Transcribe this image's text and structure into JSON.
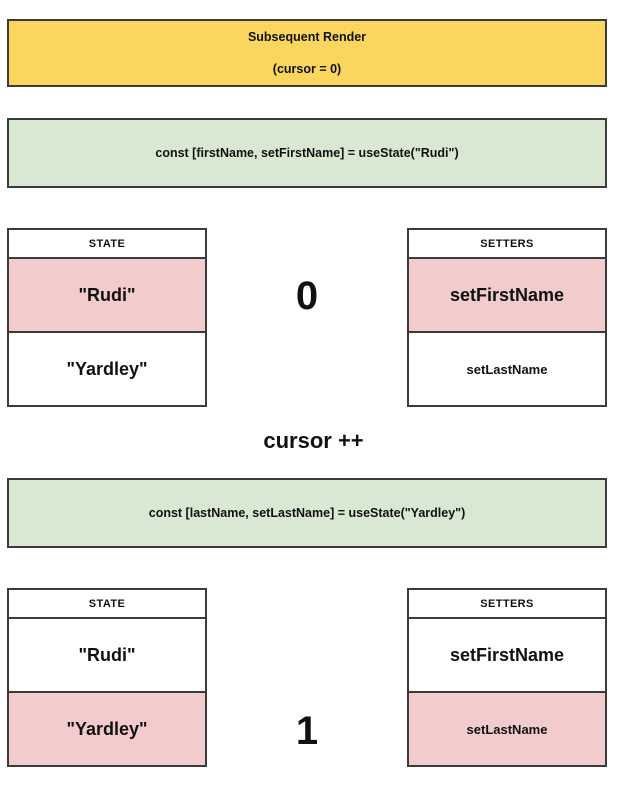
{
  "banner": {
    "title": "Subsequent Render",
    "subtitle": "(cursor = 0)"
  },
  "hook_calls": [
    {
      "code": "const [firstName, setFirstName] = useState(\"Rudi\")"
    },
    {
      "code": "const [lastName, setLastName] = useState(\"Yardley\")"
    }
  ],
  "cursor_increment_label": "cursor ++",
  "renders": [
    {
      "cursor_index": "0",
      "state_table": {
        "header": "STATE",
        "rows": [
          {
            "value": "\"Rudi\"",
            "highlighted": true
          },
          {
            "value": "\"Yardley\"",
            "highlighted": false
          }
        ]
      },
      "setters_table": {
        "header": "SETTERS",
        "rows": [
          {
            "value": "setFirstName",
            "highlighted": true
          },
          {
            "value": "setLastName",
            "highlighted": false
          }
        ]
      }
    },
    {
      "cursor_index": "1",
      "state_table": {
        "header": "STATE",
        "rows": [
          {
            "value": "\"Rudi\"",
            "highlighted": false
          },
          {
            "value": "\"Yardley\"",
            "highlighted": true
          }
        ]
      },
      "setters_table": {
        "header": "SETTERS",
        "rows": [
          {
            "value": "setFirstName",
            "highlighted": false
          },
          {
            "value": "setLastName",
            "highlighted": true
          }
        ]
      }
    }
  ],
  "colors": {
    "banner_bg": "#FBD65F",
    "code_bg": "#D9E8D2",
    "highlight_bg": "#F2CCCC",
    "border": "#3B3B3B"
  }
}
